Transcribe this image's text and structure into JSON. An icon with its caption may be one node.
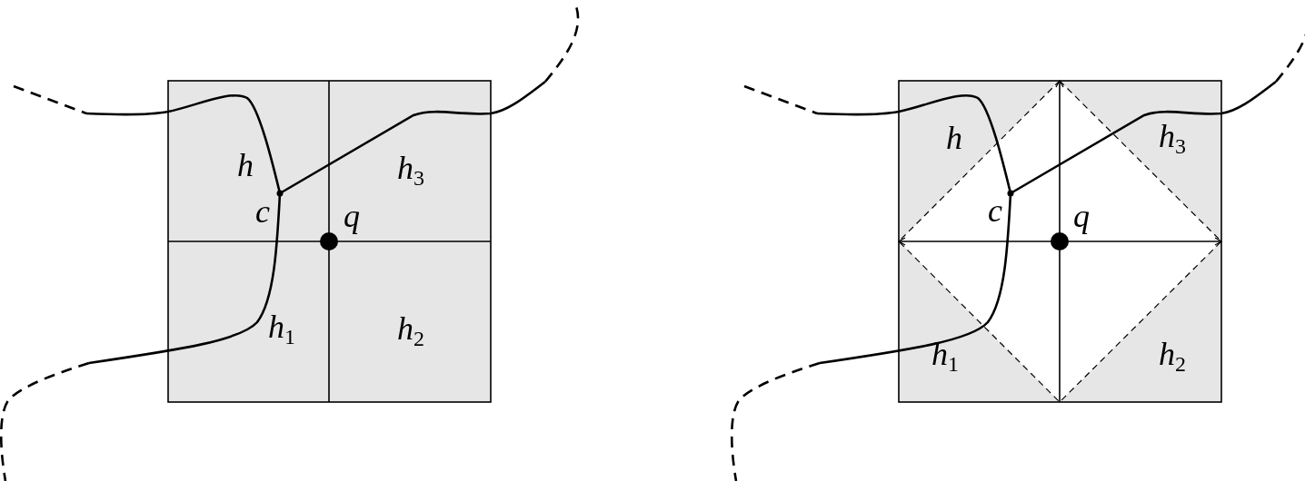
{
  "diagram": {
    "labels": [
      "h",
      "h$_{3}$",
      "c",
      "q",
      "h$_{1}$",
      "h$_{2}$",
      "h",
      "h$_{3}$",
      "c",
      "q",
      "h$_{1}$",
      "h$_{2}$"
    ]
  }
}
